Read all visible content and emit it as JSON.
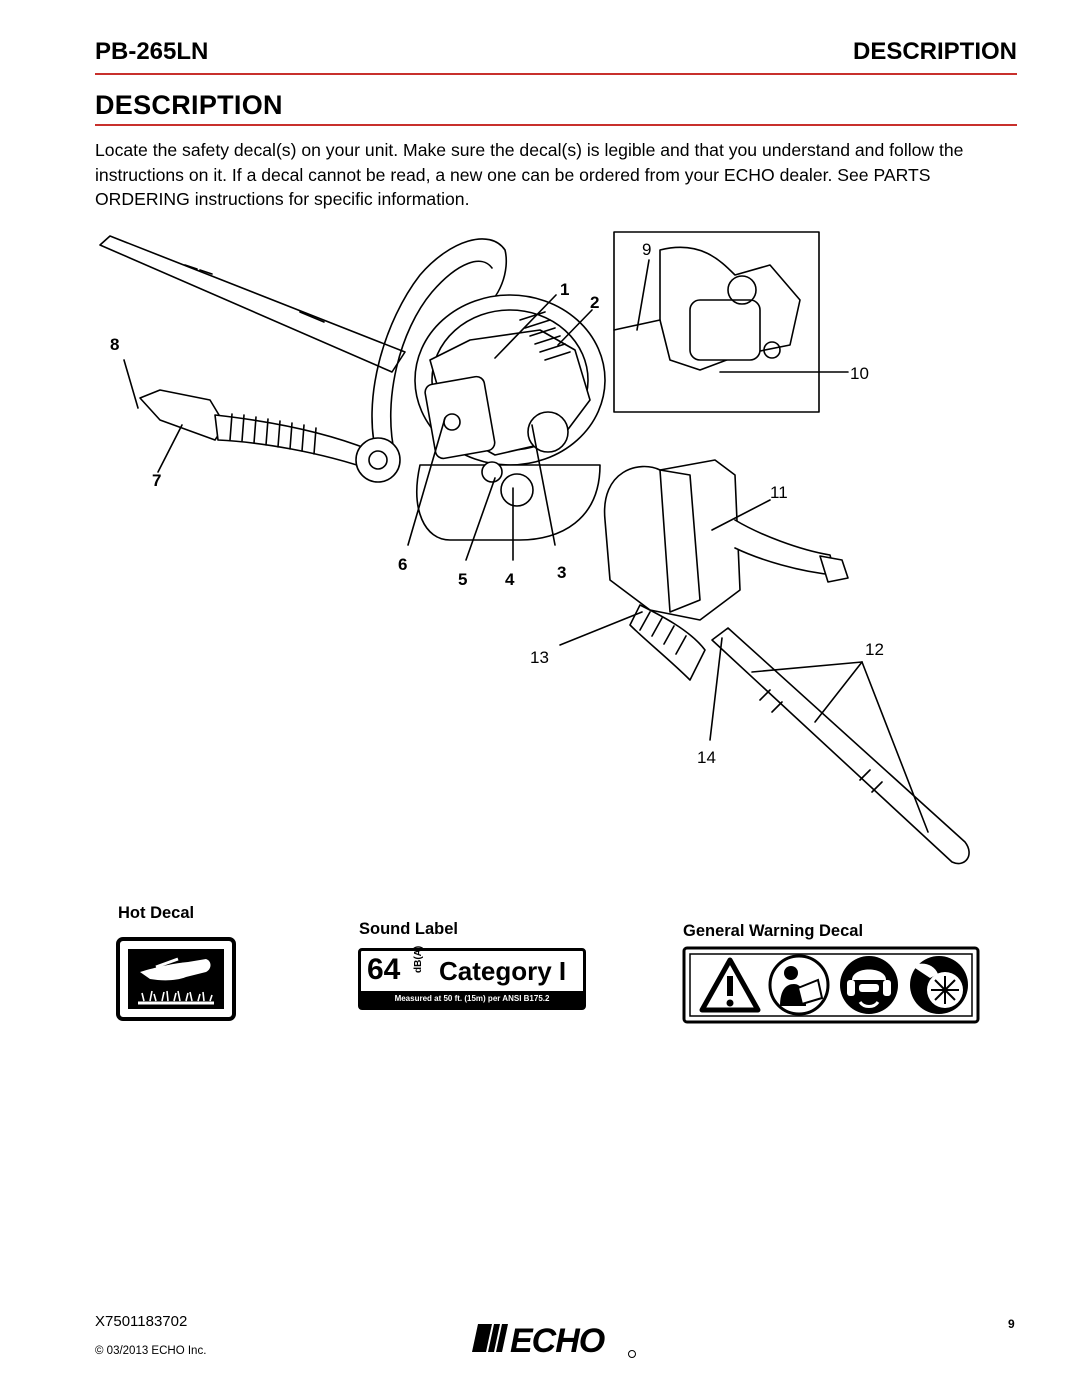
{
  "header": {
    "model": "PB-265LN",
    "section": "DESCRIPTION"
  },
  "title": "DESCRIPTION",
  "intro": "Locate the safety decal(s) on your unit. Make sure the decal(s) is legible and that you understand and follow the instructions on it. If a decal cannot be read, a new one can be ordered from your ECHO dealer. See PARTS ORDERING instructions for specific information.",
  "callouts": [
    "1",
    "2",
    "3",
    "4",
    "5",
    "6",
    "7",
    "8",
    "9",
    "10",
    "11",
    "12",
    "13",
    "14"
  ],
  "decals": {
    "hot": {
      "title": "Hot Decal"
    },
    "sound": {
      "title": "Sound Label",
      "level": "64",
      "unit": "dB(A)",
      "category": "Category I",
      "note": "Measured at 50 ft. (15m) per ANSI B175.2"
    },
    "general": {
      "title": "General Warning Decal",
      "icons": [
        "warning-triangle-icon",
        "read-manual-icon",
        "hearing-eye-protection-icon",
        "fan-hand-hazard-icon"
      ]
    }
  },
  "footer": {
    "code": "X7501183702",
    "brand": "ECHO",
    "page": "9",
    "copyright": "© 03/2013 ECHO Inc."
  },
  "colors": {
    "accent": "#c8302c"
  }
}
